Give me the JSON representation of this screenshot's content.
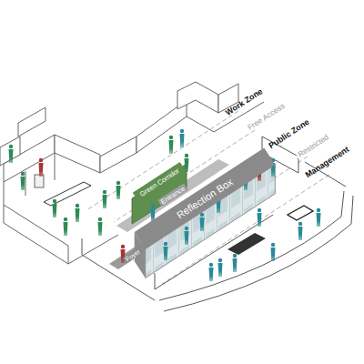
{
  "diagram": {
    "nodes": [
      {
        "text": [
          "Reflection Box"
        ]
      },
      {
        "text": [
          "Green Corridor"
        ]
      }
    ],
    "labels": [
      "Work Zone",
      "Free Access",
      "Public Zone",
      "Restricted",
      "Management",
      "Entrance",
      "Foyer"
    ]
  }
}
